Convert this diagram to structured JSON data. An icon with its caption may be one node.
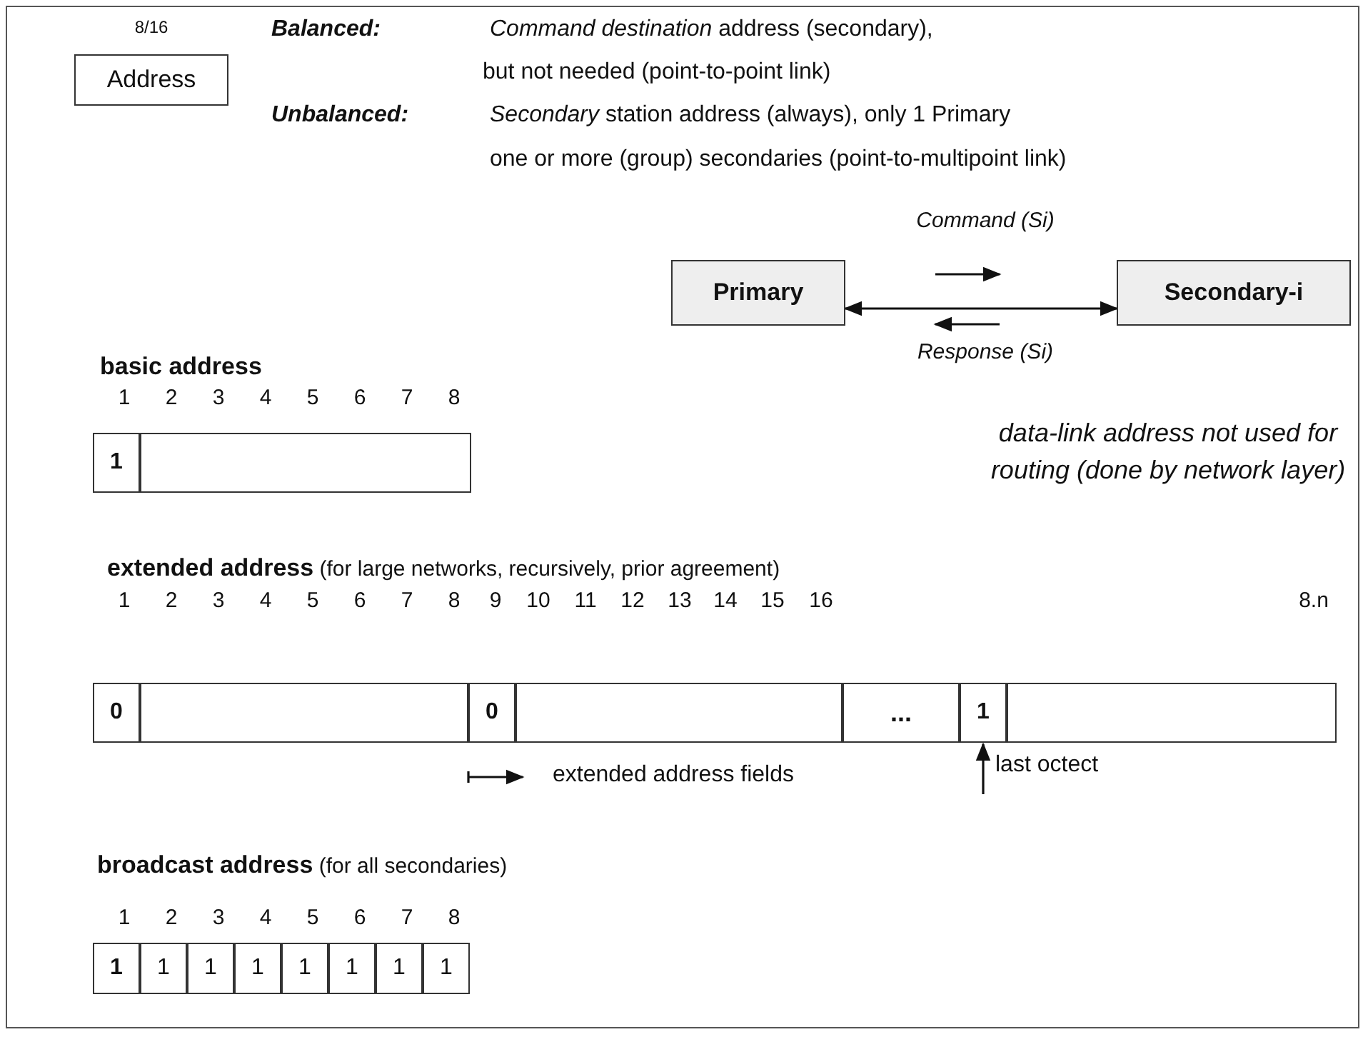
{
  "diagram": {
    "nodes": [
      {
        "text": [
          "Address"
        ],
        "beside": [
          "8/16"
        ]
      },
      {
        "text": [
          "Primary"
        ]
      },
      {
        "text": [
          "Secondary-i"
        ]
      },
      {
        "text": [
          "1"
        ]
      },
      {
        "text": [],
        "shape": "box"
      },
      {
        "text": [
          "0"
        ]
      },
      {
        "text": [],
        "shape": "box"
      },
      {
        "text": [
          "0"
        ]
      },
      {
        "text": [],
        "shape": "box"
      },
      {
        "text": [
          "..."
        ]
      },
      {
        "text": [
          "1"
        ]
      },
      {
        "text": [],
        "shape": "box"
      },
      {
        "text": [
          "last octect"
        ]
      },
      {
        "text": [
          "1"
        ]
      },
      {
        "text": [
          "1"
        ]
      },
      {
        "text": [
          "1"
        ]
      },
      {
        "text": [
          "1"
        ]
      },
      {
        "text": [
          "1"
        ]
      },
      {
        "text": [
          "1"
        ]
      },
      {
        "text": [
          "1"
        ]
      },
      {
        "text": [
          "1"
        ]
      }
    ],
    "edges": [
      {
        "from": 1,
        "to": 2,
        "arrow": "both"
      },
      {
        "from": 12,
        "to": 10,
        "arrow": "to"
      }
    ],
    "labels": [
      "Balanced:",
      "*Command destination* address (secondary),",
      "but not needed (point-to-point link)",
      "Unbalanced:",
      "*Secondary* station address (always), only 1 Primary",
      "one or more (group) secondaries (point-to-multipoint link)",
      "Command (Si)",
      "Response (Si)",
      "basic address",
      "1",
      "2",
      "3",
      "4",
      "5",
      "6",
      "7",
      "8",
      "data-link address not used for routing (done by network layer)",
      "**extended address** (for large networks, recursively, prior agreement)",
      "1",
      "2",
      "3",
      "4",
      "5",
      "6",
      "7",
      "8",
      "9",
      "10",
      "11",
      "12",
      "13",
      "14",
      "15",
      "16",
      "8.n",
      "extended address fields",
      "**broadcast address** (for all secondaries)",
      "1",
      "2",
      "3",
      "4",
      "5",
      "6",
      "7",
      "8"
    ]
  }
}
